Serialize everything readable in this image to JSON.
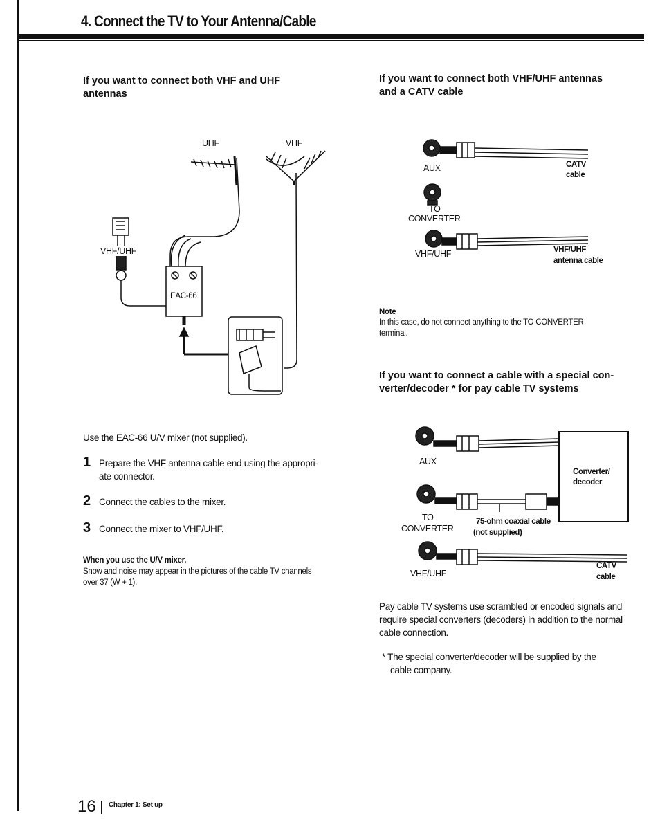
{
  "header": {
    "title": "4. Connect the TV to Your Antenna/Cable"
  },
  "left": {
    "heading_line1": "If you want to connect both VHF and UHF",
    "heading_line2": "antennas",
    "diagram": {
      "uhf": "UHF",
      "vhf": "VHF",
      "vhf_uhf": "VHF/UHF",
      "mixer": "EAC-66"
    },
    "intro": "Use the EAC-66 U/V mixer (not supplied).",
    "steps": [
      {
        "num": "1",
        "line1": "Prepare the VHF antenna cable end using the appropri-",
        "line2": "ate connector."
      },
      {
        "num": "2",
        "line1": "Connect the cables to the mixer."
      },
      {
        "num": "3",
        "line1": "Connect the mixer to VHF/UHF."
      }
    ],
    "note_title": "When you use the U/V mixer.",
    "note_line1": "Snow and noise may appear in the pictures of the cable TV channels",
    "note_line2": "over 37 (W + 1)."
  },
  "right_top": {
    "heading_line1": "If  you  want  to  connect  both  VHF/UHF  antennas",
    "heading_line2": "and a CATV cable",
    "diagram": {
      "aux": "AUX",
      "catv1": "CATV",
      "catv2": "cable",
      "to": "TO",
      "converter": "CONVERTER",
      "vhfuhf": "VHF/UHF",
      "ant1": "VHF/UHF",
      "ant2": "antenna cable"
    },
    "note_title": "Note",
    "note_line1": "In this case, do not connect anything to the TO CONVERTER",
    "note_line2": "terminal."
  },
  "right_bottom": {
    "heading_line1": "If you want to connect a cable with a special con-",
    "heading_line2": "verter/decoder * for pay cable TV systems",
    "diagram": {
      "aux": "AUX",
      "decoder1": "Converter/",
      "decoder2": "decoder",
      "to": "TO",
      "converter": "CONVERTER",
      "coax1": "75-ohm coaxial cable",
      "coax2": "(not supplied)",
      "vhfuhf": "VHF/UHF",
      "catv1": "CATV",
      "catv2": "cable"
    },
    "para_line1": "Pay cable TV systems use scrambled or encoded signals and",
    "para_line2": "require special converters (decoders) in addition to the normal",
    "para_line3": "cable connection.",
    "foot_line1": "* The special converter/decoder will be supplied by the",
    "foot_line2": "cable company."
  },
  "footer": {
    "page": "16",
    "chapter": "Chapter 1: Set up"
  }
}
